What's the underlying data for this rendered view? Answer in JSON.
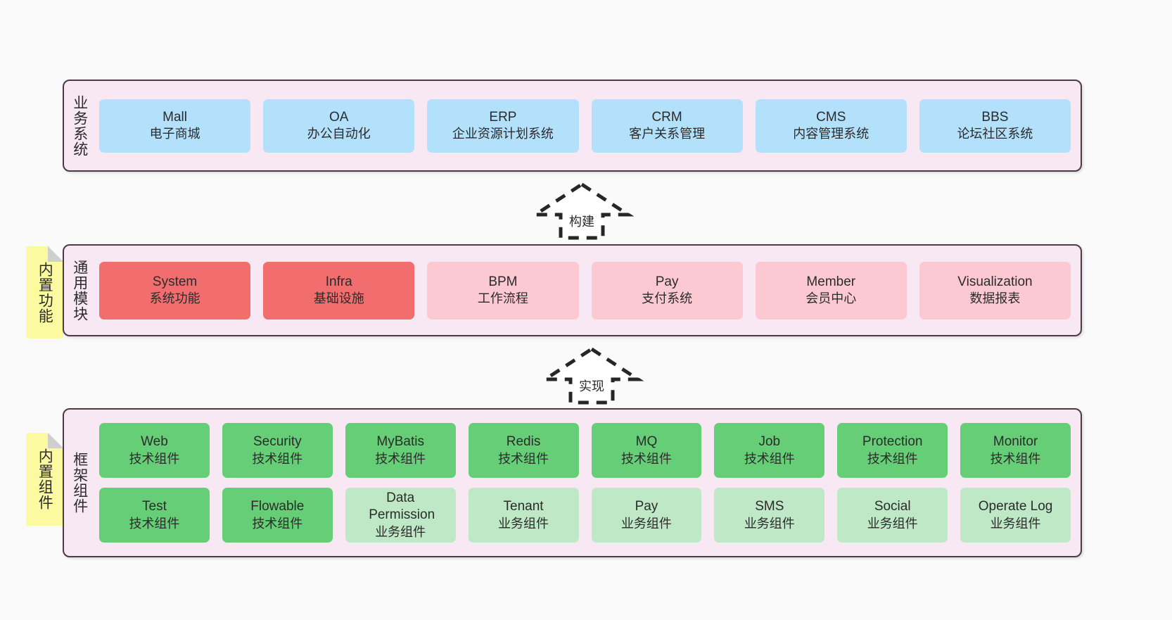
{
  "diagram": {
    "background": "#fafafa",
    "layer_fill": "#f8e8f3",
    "layer_border": "#4d3a46",
    "note_fill": "#fbfaa0",
    "colors": {
      "blue": "#b3e0fb",
      "red": "#f26d6d",
      "pink": "#fcc9d3",
      "green": "#66ce76",
      "mint": "#bfe8c6"
    }
  },
  "layers": {
    "business": {
      "title": "业务系统",
      "cards": [
        {
          "en": "Mall",
          "cn": "电子商城",
          "color": "blue"
        },
        {
          "en": "OA",
          "cn": "办公自动化",
          "color": "blue"
        },
        {
          "en": "ERP",
          "cn": "企业资源计划系统",
          "color": "blue"
        },
        {
          "en": "CRM",
          "cn": "客户关系管理",
          "color": "blue"
        },
        {
          "en": "CMS",
          "cn": "内容管理系统",
          "color": "blue"
        },
        {
          "en": "BBS",
          "cn": "论坛社区系统",
          "color": "blue"
        }
      ]
    },
    "modules": {
      "title": "通用模块",
      "note": "内置功能",
      "cards": [
        {
          "en": "System",
          "cn": "系统功能",
          "color": "red"
        },
        {
          "en": "Infra",
          "cn": "基础设施",
          "color": "red"
        },
        {
          "en": "BPM",
          "cn": "工作流程",
          "color": "pink"
        },
        {
          "en": "Pay",
          "cn": "支付系统",
          "color": "pink"
        },
        {
          "en": "Member",
          "cn": "会员中心",
          "color": "pink"
        },
        {
          "en": "Visualization",
          "cn": "数据报表",
          "color": "pink"
        }
      ]
    },
    "framework": {
      "title": "框架组件",
      "note": "内置组件",
      "row1": [
        {
          "en": "Web",
          "cn": "技术组件",
          "color": "green"
        },
        {
          "en": "Security",
          "cn": "技术组件",
          "color": "green"
        },
        {
          "en": "MyBatis",
          "cn": "技术组件",
          "color": "green"
        },
        {
          "en": "Redis",
          "cn": "技术组件",
          "color": "green"
        },
        {
          "en": "MQ",
          "cn": "技术组件",
          "color": "green"
        },
        {
          "en": "Job",
          "cn": "技术组件",
          "color": "green"
        },
        {
          "en": "Protection",
          "cn": "技术组件",
          "color": "green"
        },
        {
          "en": "Monitor",
          "cn": "技术组件",
          "color": "green"
        }
      ],
      "row2": [
        {
          "en": "Test",
          "cn": "技术组件",
          "color": "green"
        },
        {
          "en": "Flowable",
          "cn": "技术组件",
          "color": "green"
        },
        {
          "en": "Data Permission",
          "cn": "业务组件",
          "color": "mint"
        },
        {
          "en": "Tenant",
          "cn": "业务组件",
          "color": "mint"
        },
        {
          "en": "Pay",
          "cn": "业务组件",
          "color": "mint"
        },
        {
          "en": "SMS",
          "cn": "业务组件",
          "color": "mint"
        },
        {
          "en": "Social",
          "cn": "业务组件",
          "color": "mint"
        },
        {
          "en": "Operate Log",
          "cn": "业务组件",
          "color": "mint"
        }
      ]
    }
  },
  "arrows": [
    {
      "label": "构建"
    },
    {
      "label": "实现"
    }
  ]
}
